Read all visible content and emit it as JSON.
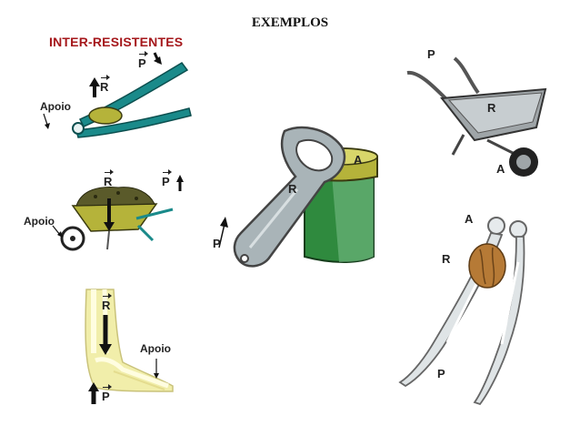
{
  "title": "EXEMPLOS",
  "subtitle": "INTER-RESISTENTES",
  "labels": {
    "p": "P",
    "r": "R",
    "a": "A",
    "apoio": "Apoio"
  },
  "colors": {
    "subtitle": "#a5171b",
    "teal": "#1a8a8a",
    "olive": "#b5b33a",
    "green": "#2f8a3e",
    "bone": "#f1eeaa",
    "metal": "#a9b4b8",
    "nut": "#b67a36"
  }
}
